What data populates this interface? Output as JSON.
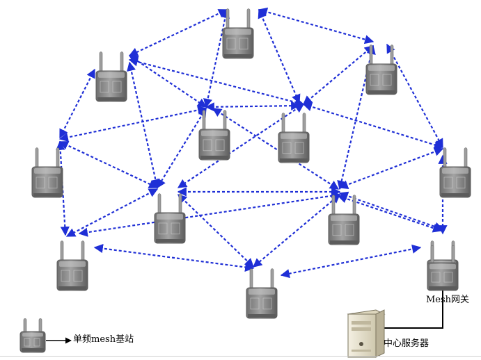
{
  "diagram": {
    "legend_label": "单频mesh基站",
    "gateway_label": "Mesh网关",
    "server_label": "中心服务器",
    "colors": {
      "link": "#1f2fd6",
      "node_body": "#8a8a8a",
      "node_light": "#c9c9c9",
      "node_dark": "#5c5c5c",
      "antenna": "#9e9e9e",
      "server": "#e9e4d2",
      "wire": "#000000"
    },
    "nodes": [
      {
        "id": "n1",
        "type": "mesh-ap"
      },
      {
        "id": "n2",
        "type": "mesh-ap"
      },
      {
        "id": "n3",
        "type": "mesh-ap"
      },
      {
        "id": "n4",
        "type": "mesh-ap"
      },
      {
        "id": "n5",
        "type": "mesh-ap"
      },
      {
        "id": "n6",
        "type": "mesh-ap"
      },
      {
        "id": "n7",
        "type": "mesh-ap"
      },
      {
        "id": "n8",
        "type": "mesh-ap"
      },
      {
        "id": "n9",
        "type": "mesh-ap"
      },
      {
        "id": "n10",
        "type": "mesh-ap"
      },
      {
        "id": "n11",
        "type": "mesh-ap"
      },
      {
        "id": "n12",
        "type": "mesh-ap"
      },
      {
        "id": "gw",
        "type": "mesh-gateway"
      },
      {
        "id": "legend",
        "type": "mesh-ap"
      }
    ],
    "links": [
      [
        "n1",
        "n2"
      ],
      [
        "n1",
        "n3"
      ],
      [
        "n1",
        "n4"
      ],
      [
        "n2",
        "n3"
      ],
      [
        "n2",
        "n6"
      ],
      [
        "n2",
        "n7"
      ],
      [
        "n3",
        "n4"
      ],
      [
        "n3",
        "n5"
      ],
      [
        "n3",
        "n6"
      ],
      [
        "n3",
        "n7"
      ],
      [
        "n4",
        "n5"
      ],
      [
        "n4",
        "n9"
      ],
      [
        "n5",
        "n6"
      ],
      [
        "n5",
        "n9"
      ],
      [
        "n6",
        "n11"
      ],
      [
        "n6",
        "n10"
      ],
      [
        "n6",
        "n12"
      ],
      [
        "n7",
        "n8"
      ],
      [
        "n7",
        "n9"
      ],
      [
        "n7",
        "n10"
      ],
      [
        "n8",
        "n10"
      ],
      [
        "n8",
        "n11"
      ],
      [
        "n8",
        "n12"
      ],
      [
        "n9",
        "n11"
      ],
      [
        "n10",
        "gw"
      ],
      [
        "n10",
        "n12"
      ],
      [
        "n11",
        "gw"
      ],
      [
        "n11",
        "n5"
      ]
    ]
  }
}
